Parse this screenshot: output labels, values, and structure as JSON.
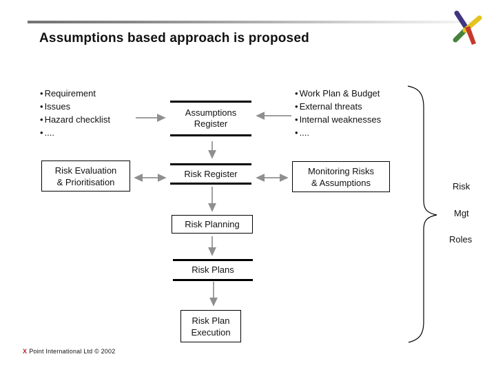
{
  "page": {
    "title": "Assumptions based approach is proposed"
  },
  "logo": {
    "name": "x-point-logo",
    "colors": {
      "navy": "#3f3580",
      "yellow": "#e5c31c",
      "green": "#47823c",
      "red": "#c43a2c"
    }
  },
  "diagram": {
    "left_list": {
      "items": [
        "Requirement",
        "Issues",
        "Hazard checklist",
        "...."
      ]
    },
    "right_list": {
      "items": [
        "Work Plan & Budget",
        "External threats",
        "Internal weaknesses",
        "...."
      ]
    },
    "nodes": {
      "assumptions_register": {
        "line1": "Assumptions",
        "line2": "Register"
      },
      "risk_evaluation": {
        "line1": "Risk Evaluation",
        "line2": "& Prioritisation"
      },
      "risk_register": {
        "label": "Risk Register"
      },
      "monitoring": {
        "line1": "Monitoring Risks",
        "line2": "& Assumptions"
      },
      "risk_planning": {
        "label": "Risk Planning"
      },
      "risk_plans": {
        "label": "Risk Plans"
      },
      "risk_plan_execution": {
        "line1": "Risk Plan",
        "line2": "Execution"
      }
    },
    "brace_labels": {
      "l1": "Risk",
      "l2": "Mgt",
      "l3": "Roles"
    },
    "arrow_color": "#8f8f8f",
    "line_color": "#000000"
  },
  "footer": {
    "mark": "X",
    "text": "Point International Ltd © 2002"
  }
}
